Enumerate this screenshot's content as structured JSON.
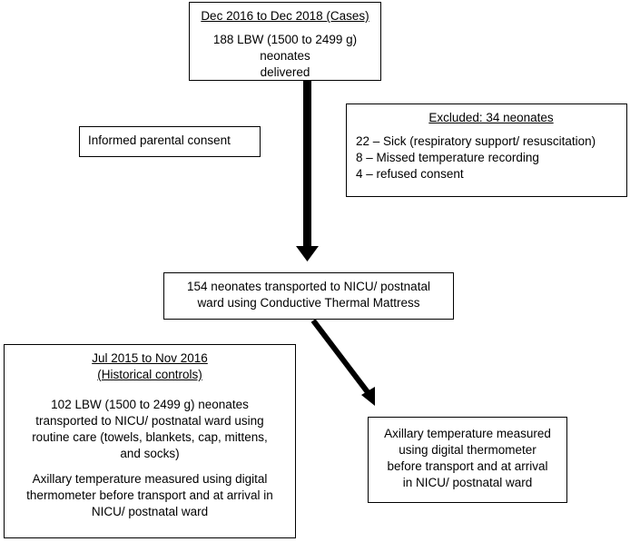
{
  "cases_box": {
    "title": "Dec 2016 to Dec 2018 (Cases)",
    "line1": "188 LBW (1500 to 2499 g) neonates",
    "line2": "delivered"
  },
  "consent_box": {
    "text": "Informed parental consent"
  },
  "excluded_box": {
    "title": "Excluded: 34 neonates",
    "items": [
      "22 – Sick (respiratory support/ resuscitation)",
      "8 – Missed temperature recording",
      "4 – refused consent"
    ]
  },
  "transported_box": {
    "line1": "154 neonates transported to NICU/ postnatal",
    "line2": "ward using Conductive Thermal Mattress"
  },
  "controls_box": {
    "title1": "Jul 2015 to Nov 2016",
    "title2": "(Historical controls)",
    "p1_lines": [
      "102 LBW (1500 to 2499 g) neonates",
      "transported to NICU/ postnatal ward using",
      "routine care (towels, blankets, cap, mittens,",
      "and socks)"
    ],
    "p2_lines": [
      "Axillary temperature measured using digital",
      "thermometer before transport and at arrival in",
      "NICU/ postnatal ward"
    ]
  },
  "axillary_box": {
    "lines": [
      "Axillary temperature measured",
      "using digital thermometer",
      "before transport and at arrival",
      "in NICU/ postnatal ward"
    ]
  },
  "colors": {
    "border": "#000000",
    "arrow": "#000000",
    "background": "#ffffff"
  }
}
